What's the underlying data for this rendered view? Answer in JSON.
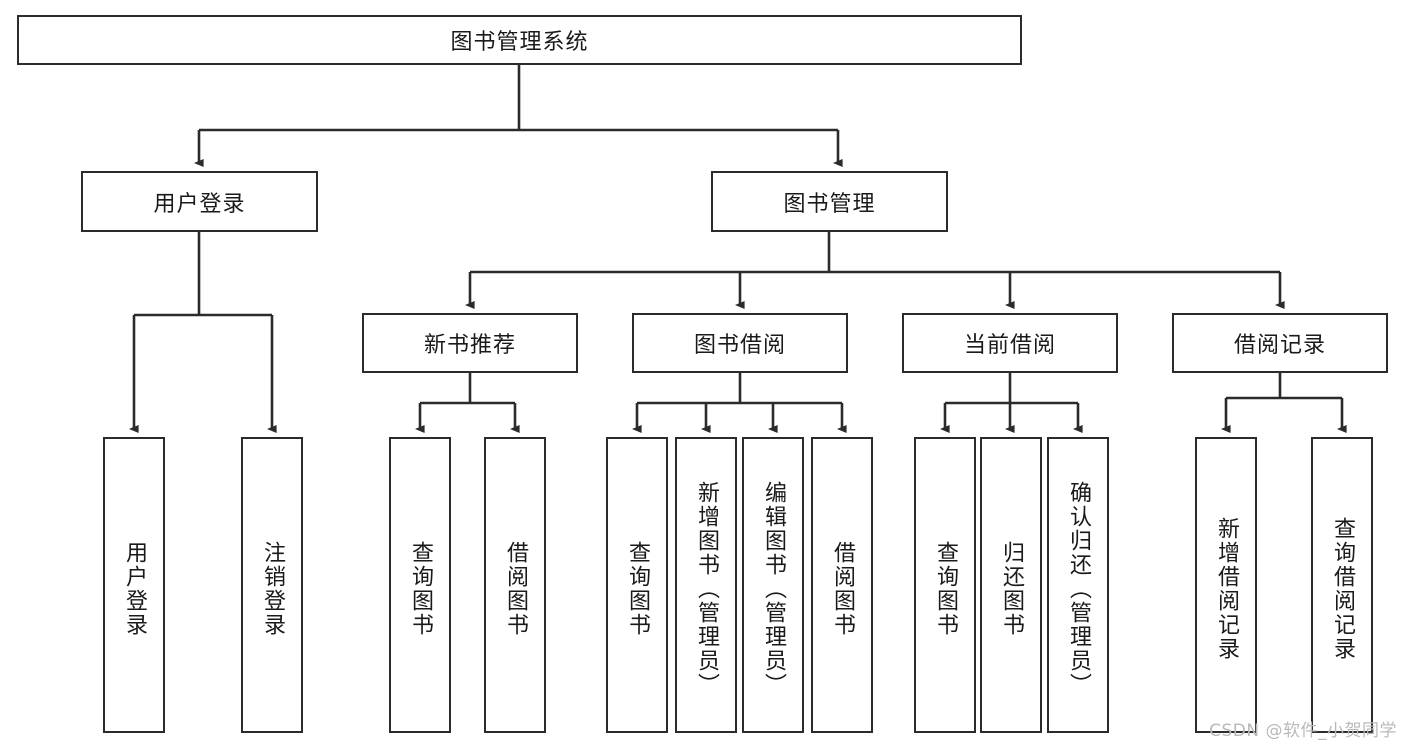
{
  "diagram": {
    "type": "tree-hierarchy",
    "title": "图书管理系统",
    "orientation": "top-down",
    "stroke_color": "#2b2b2b",
    "fill_color": "#ffffff",
    "text_color": "#1a1a1a"
  },
  "root": {
    "label": "图书管理系统"
  },
  "level2": [
    {
      "label": "用户登录"
    },
    {
      "label": "图书管理"
    }
  ],
  "level3": [
    {
      "label": "新书推荐"
    },
    {
      "label": "图书借阅"
    },
    {
      "label": "当前借阅"
    },
    {
      "label": "借阅记录"
    }
  ],
  "leaves": {
    "user_login": [
      {
        "label": "用户登录"
      },
      {
        "label": "注销登录"
      }
    ],
    "new_book": [
      {
        "label": "查询图书"
      },
      {
        "label": "借阅图书"
      }
    ],
    "book_borrow": [
      {
        "label": "查询图书"
      },
      {
        "label": "新增图书（管理员）"
      },
      {
        "label": "编辑图书（管理员）"
      },
      {
        "label": "借阅图书"
      }
    ],
    "current_borrow": [
      {
        "label": "查询图书"
      },
      {
        "label": "归还图书"
      },
      {
        "label": "确认归还（管理员）"
      }
    ],
    "borrow_record": [
      {
        "label": "新增借阅记录"
      },
      {
        "label": "查询借阅记录"
      }
    ]
  },
  "watermark": {
    "text": "CSDN @软件_小贺同学"
  }
}
